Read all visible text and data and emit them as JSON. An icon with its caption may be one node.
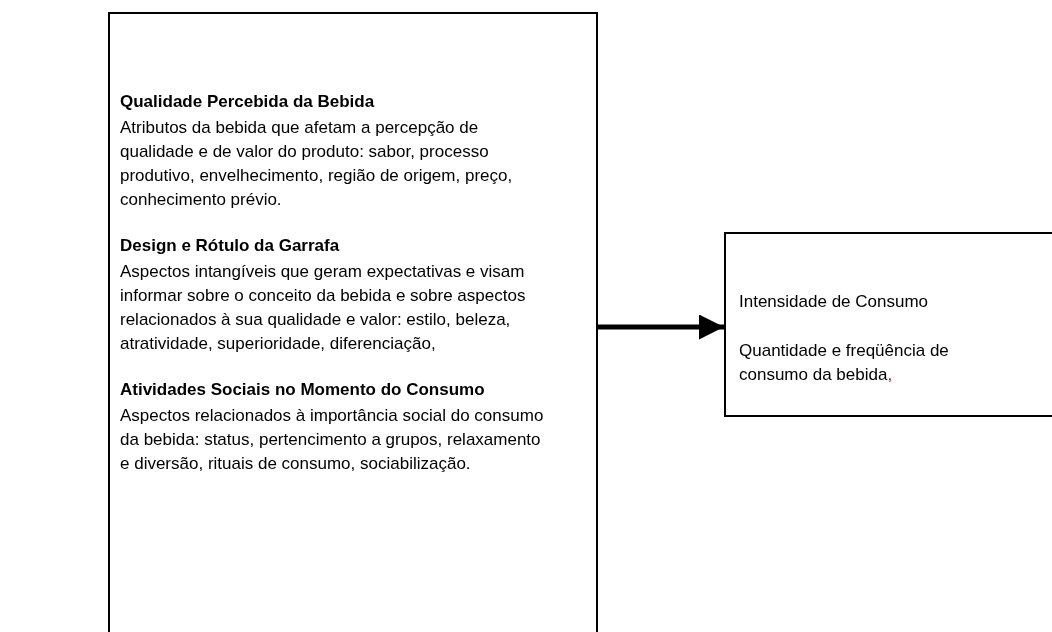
{
  "diagram": {
    "nodes": [
      {
        "text": [
          "Qualidade Percebida da Bebida",
          "Atributos da bebida que afetam a percepção de qualidade e de valor do produto: sabor, processo produtivo, envelhecimento, região de origem, preço, conhecimento prévio.",
          "Design e Rótulo da Garrafa",
          "Aspectos intangíveis que geram expectativas e visam informar sobre o conceito da bebida e sobre aspectos relacionados à sua qualidade e valor: estilo, beleza, atratividade, superioridade, diferenciação,",
          "Atividades Sociais no Momento do Consumo",
          "Aspectos relacionados à importância social do consumo da bebida: status, pertencimento a grupos, relaxamento e diversão, rituais de consumo, sociabilização."
        ]
      },
      {
        "text": [
          "Intensidade de Consumo",
          "Quantidade e freqüência de consumo da bebida,"
        ]
      }
    ],
    "edges": [
      {
        "from": 0,
        "to": 1,
        "arrow": "to"
      }
    ]
  }
}
